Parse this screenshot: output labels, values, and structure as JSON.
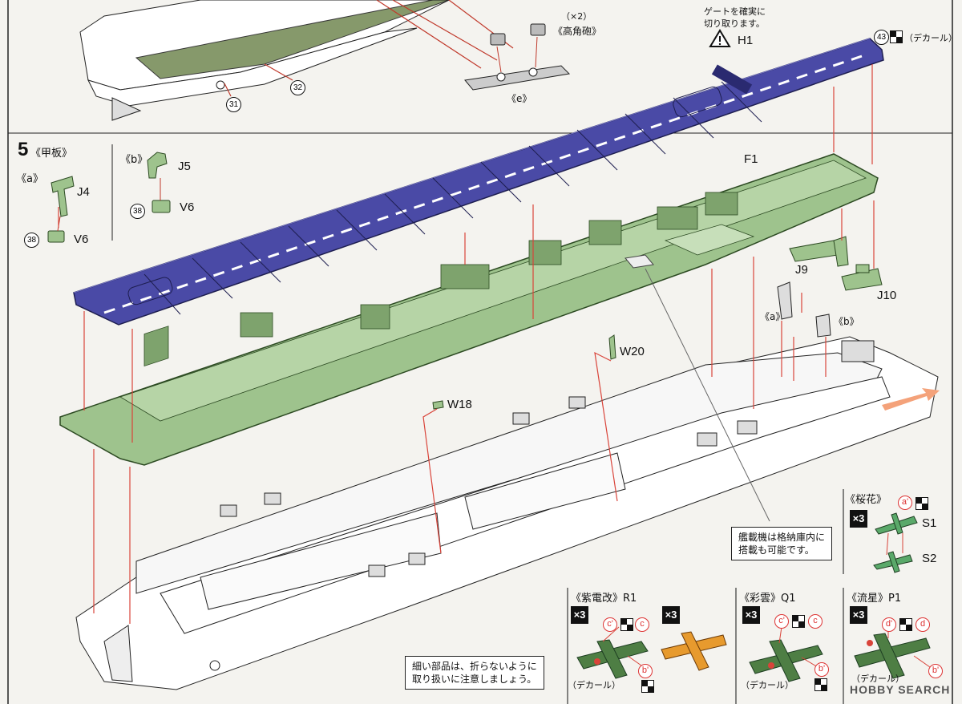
{
  "step": {
    "number": "5",
    "title": "《甲板》"
  },
  "subassembly_a": {
    "label": "《a》",
    "part1": "J4",
    "part2": "V6",
    "ref": "38"
  },
  "subassembly_b": {
    "label": "《b》",
    "part1": "J5",
    "part2": "V6",
    "ref": "38"
  },
  "top_callouts": {
    "gate_note_line1": "ゲートを確実に",
    "gate_note_line2": "切り取ります。",
    "h1_part": "H1",
    "decal_ref": "43",
    "decal_label": "（デカール）",
    "aa_gun_count": "（×2）",
    "aa_gun_label": "《高角砲》",
    "e_label": "《e》",
    "ref_31": "31",
    "ref_32": "32"
  },
  "parts": {
    "f1": "F1",
    "j9": "J9",
    "j10": "J10",
    "w18": "W18",
    "w20": "W20",
    "a_label": "《a》",
    "b_label": "《b》"
  },
  "notes": {
    "hangar_line1": "艦載機は格納庫内に",
    "hangar_line2": "搭載も可能です。",
    "fragile_line1": "細い部品は、折らないように",
    "fragile_line2": "取り扱いに注意しましょう。"
  },
  "aircraft": {
    "ohka": {
      "title": "《桜花》",
      "count": "×3",
      "part1": "S1",
      "part2": "S2",
      "decal": "a'"
    },
    "shiden": {
      "title": "《紫電改》R1",
      "count": "×3",
      "decal1": "c'",
      "decal2": "c",
      "decal3": "b'",
      "decal_label": "（デカール）"
    },
    "saiun": {
      "title": "《彩雲》Q1",
      "count": "×3",
      "decal1": "c'",
      "decal2": "c",
      "decal3": "b'",
      "decal_label": "（デカール）"
    },
    "ryusei": {
      "title": "《流星》P1",
      "count": "×3",
      "decal1": "d'",
      "decal2": "d",
      "decal3": "b'",
      "decal_label": "（デカール）"
    }
  },
  "watermark": "HOBBY SEARCH",
  "colors": {
    "deck_blue": "#4a4aa6",
    "hull_green": "#9ec38d",
    "callout_red": "#d9443a",
    "arrow_orange": "#f4a27a"
  }
}
